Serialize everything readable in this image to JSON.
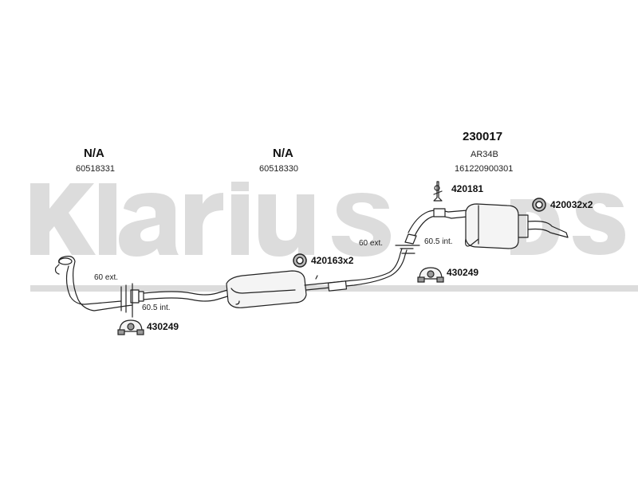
{
  "watermark": {
    "text": "Klarius",
    "color": "#dcdcdc"
  },
  "columns": {
    "front": {
      "heading": "N/A",
      "code": "60518331"
    },
    "middle": {
      "heading": "N/A",
      "code": "60518330"
    },
    "rear": {
      "heading": "230017",
      "subheading": "AR34B",
      "code": "161220900301"
    }
  },
  "fittings": {
    "front_ext": "60 ext.",
    "front_int": "60.5 int.",
    "rear_ext": "60 ext.",
    "rear_int": "60.5 int."
  },
  "parts": {
    "clamp_front": "430249",
    "ring_middle": "420163x2",
    "clamp_rear": "430249",
    "hanger_rear": "420181",
    "ring_rear": "420032x2"
  },
  "style": {
    "line_color": "#222222",
    "fill_color": "#f4f4f4",
    "shade_color": "#9a9a9a"
  }
}
